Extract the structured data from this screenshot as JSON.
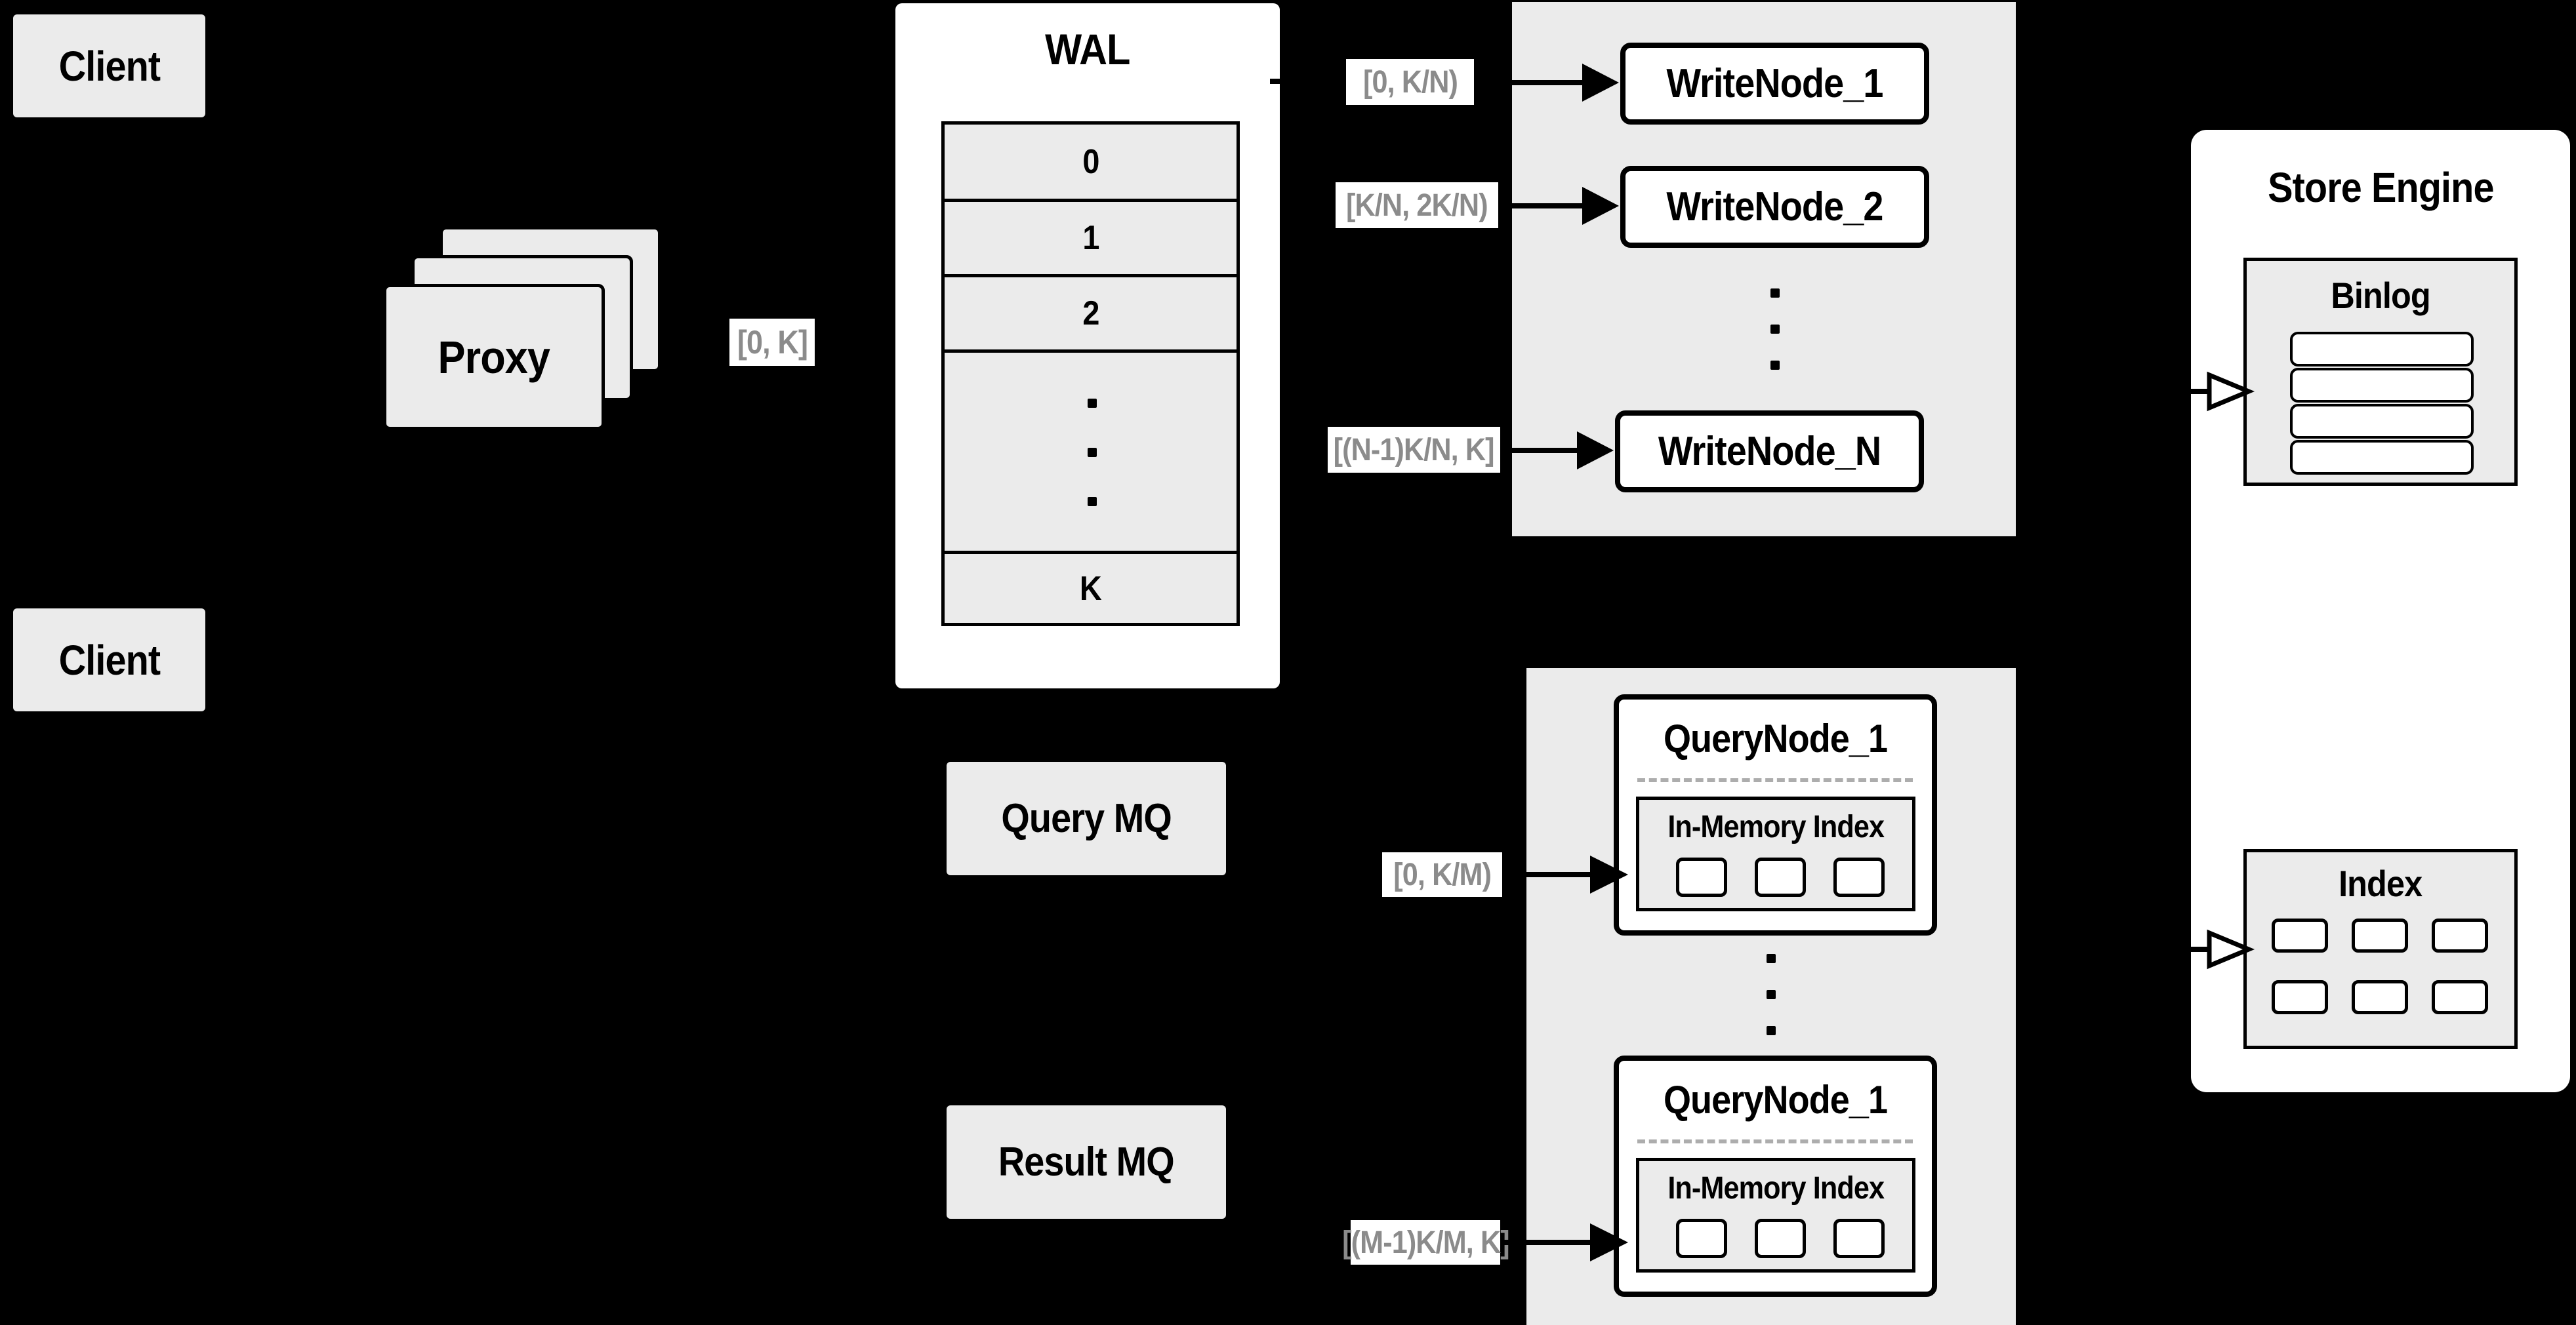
{
  "colors": {
    "background": "#000000",
    "panel_gray": "#ebebeb",
    "node_white": "#ffffff",
    "line_black": "#000000",
    "label_text_gray": "#8b8b8b"
  },
  "nodes": {
    "client_top": "Client",
    "client_bottom": "Client",
    "proxy": "Proxy",
    "wal": {
      "title": "WAL",
      "rows": [
        "0",
        "1",
        "2",
        "K"
      ]
    },
    "range_labels": {
      "proxy_wal": "[0, K]",
      "write_1": "[0, K/N)",
      "write_2": "[K/N, 2K/N)",
      "write_n": "[(N-1)K/N, K]",
      "query_1": "[0, K/M)",
      "query_m": "[(M-1)K/M, K]"
    },
    "write_nodes": [
      "WriteNode_1",
      "WriteNode_2",
      "WriteNode_N"
    ],
    "store_engine": {
      "title": "Store Engine",
      "binlog": "Binlog",
      "index": "Index"
    },
    "query_mq": "Query MQ",
    "result_mq": "Result MQ",
    "query_nodes": [
      {
        "title": "QueryNode_1",
        "inner": "In-Memory Index"
      },
      {
        "title": "QueryNode_1",
        "inner": "In-Memory Index"
      }
    ]
  }
}
